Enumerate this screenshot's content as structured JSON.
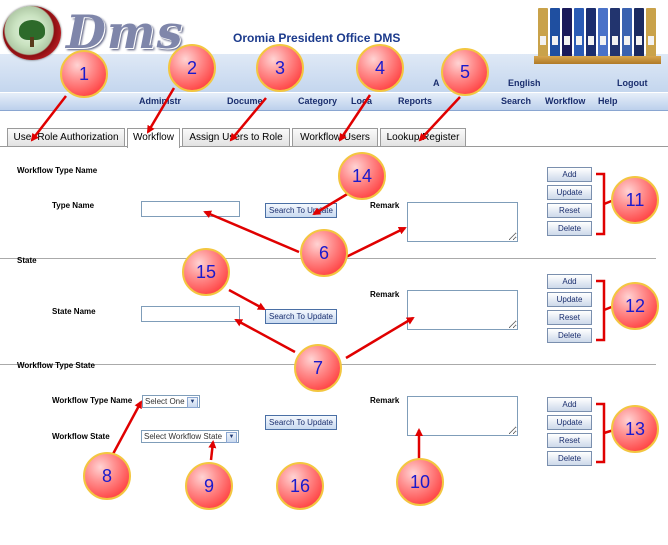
{
  "header": {
    "logo_text": "Dms",
    "site_title": "Oromia President Office DMS",
    "language_link": "English",
    "logout_link": "Logout",
    "partial_link": "A"
  },
  "menu": {
    "items": [
      "Administr",
      "Docume",
      "Category",
      "Loca",
      "Reports",
      "Search",
      "Workflow",
      "Help"
    ]
  },
  "tabs": [
    {
      "label": "User Role Authorization",
      "active": false
    },
    {
      "label": "Workflow",
      "active": true
    },
    {
      "label": "Assign Users to Role",
      "active": false
    },
    {
      "label": "Workflow Users",
      "active": false
    },
    {
      "label": "Lookup Register",
      "active": false
    }
  ],
  "workflow_type": {
    "section_title": "Workflow Type Name",
    "type_name_label": "Type Name",
    "type_name_value": "",
    "search_button": "Search To Update",
    "remark_label": "Remark",
    "remark_value": ""
  },
  "state": {
    "section_title": "State",
    "state_name_label": "State Name",
    "state_name_value": "",
    "search_button": "Search To Update",
    "remark_label": "Remark",
    "remark_value": ""
  },
  "workflow_type_state": {
    "section_title": "Workflow Type State",
    "type_name_label": "Workflow Type Name",
    "type_name_selected": "Select One",
    "workflow_state_label": "Workflow State",
    "workflow_state_selected": "Select Workflow State",
    "search_button": "Search To Update",
    "remark_label": "Remark",
    "remark_value": ""
  },
  "action_buttons": [
    "Add",
    "Update",
    "Reset",
    "Delete"
  ],
  "annotations": [
    "1",
    "2",
    "3",
    "4",
    "5",
    "6",
    "7",
    "8",
    "9",
    "10",
    "11",
    "12",
    "13",
    "14",
    "15",
    "16"
  ],
  "colors": {
    "annotation_fill": "#ff4b4b",
    "annotation_border": "#f3c640",
    "annotation_text": "#1a1acc",
    "arrow": "#e00000",
    "menu_text": "#1a2e6e",
    "title_text": "#1b3a8c"
  }
}
